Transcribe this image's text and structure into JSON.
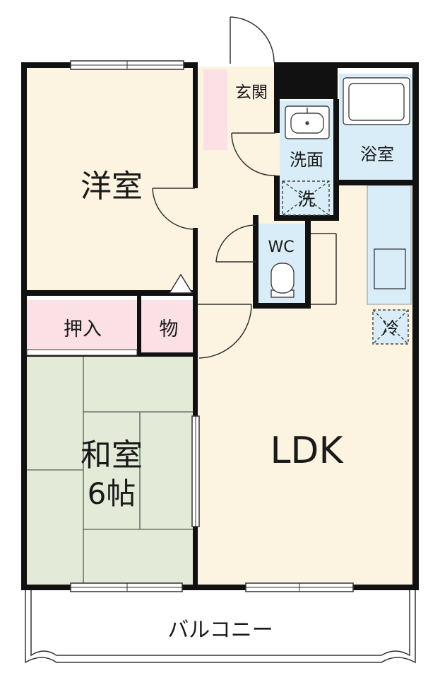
{
  "rooms": {
    "western_room": "洋室",
    "japanese_room_name": "和室",
    "japanese_room_size": "6帖",
    "closet": "押入",
    "storage": "物",
    "entrance": "玄関",
    "washroom": "洗面",
    "washer": "洗",
    "bathroom": "浴室",
    "toilet": "WC",
    "fridge": "冷",
    "ldk": "LDK",
    "balcony": "バルコニー"
  },
  "colors": {
    "floor": "#fdf3e1",
    "tatami": "#e3ead7",
    "storage": "#fbe0e6",
    "wet_area": "#d8edf7",
    "wall": "#111111"
  }
}
